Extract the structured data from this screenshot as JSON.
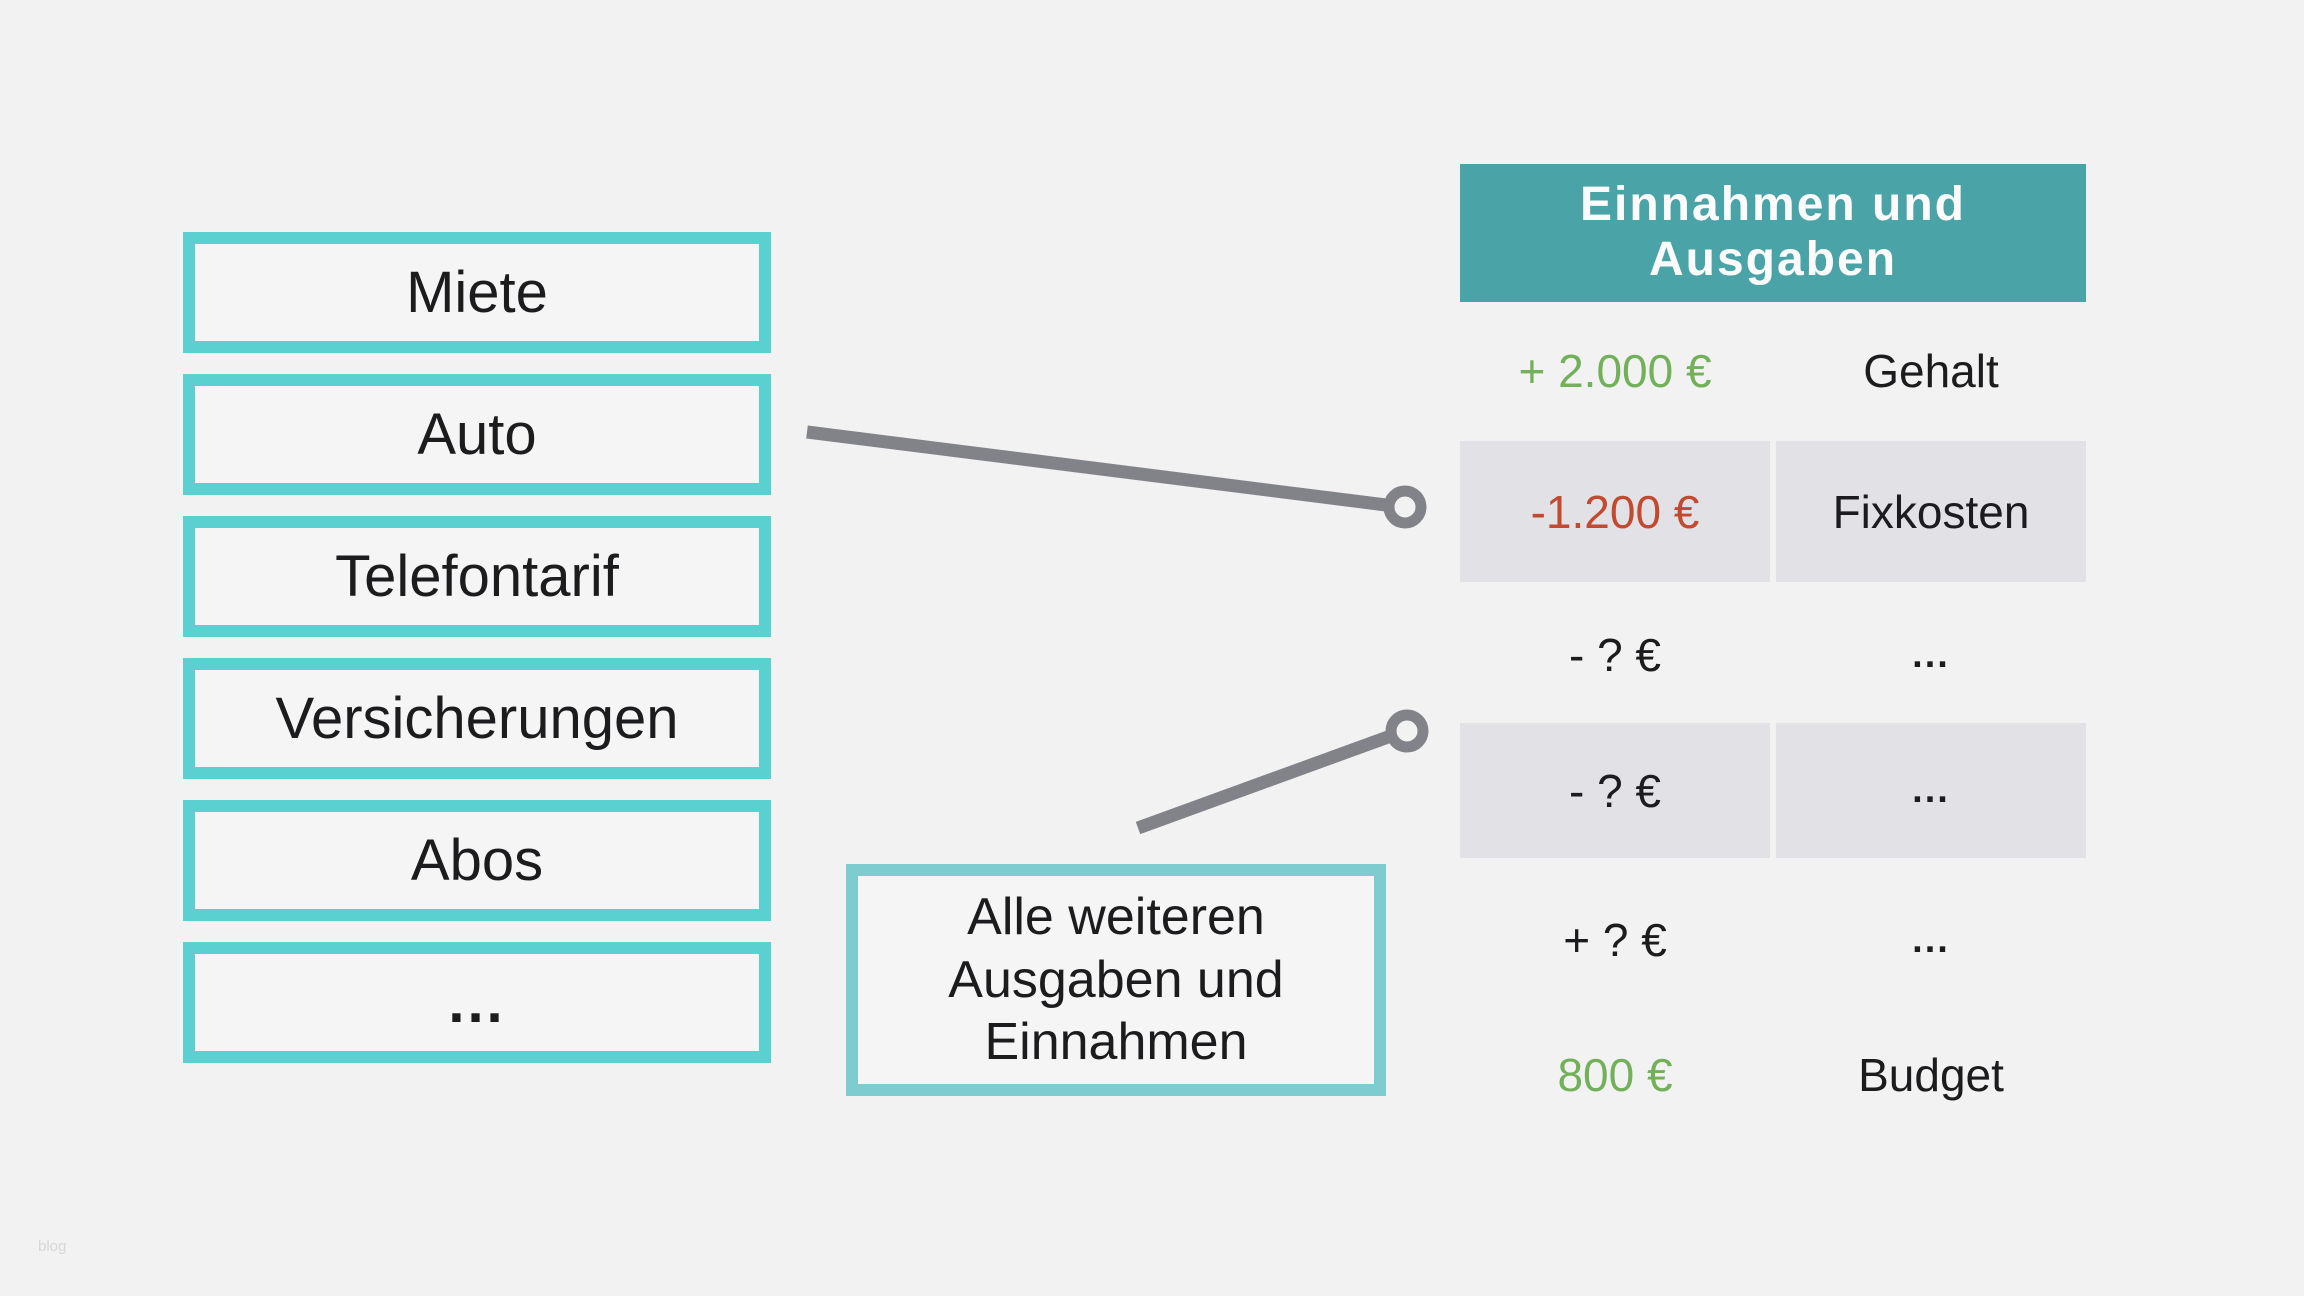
{
  "colors": {
    "bg": "#f2f2f3",
    "box-fill": "#f5f5f6",
    "teal-border": "#5bd0d0",
    "teal-light": "#7fccd0",
    "teal-header": "#4aa3a6",
    "green": "#73b05a",
    "red": "#c14a31",
    "text": "#1c1c1e",
    "shade": "#e2e2e6",
    "connector": "#828389",
    "watermark": "#d7d7d9"
  },
  "left_list": {
    "items": [
      "Miete",
      "Auto",
      "Telefontarif",
      "Versicherungen",
      "Abos",
      "..."
    ]
  },
  "note_box": {
    "lines": [
      "Alle weiteren",
      "Ausgaben und",
      "Einnahmen"
    ]
  },
  "table": {
    "title": "Einnahmen und Ausgaben",
    "title_lines": [
      "Einnahmen und",
      "Ausgaben"
    ],
    "rows": [
      {
        "amount": "+ 2.000 €",
        "label": "Gehalt",
        "amount_color": "green",
        "shaded": false
      },
      {
        "amount": "-1.200 €",
        "label": "Fixkosten",
        "amount_color": "red",
        "shaded": true
      },
      {
        "amount": "- ? €",
        "label": "...",
        "amount_color": "black",
        "shaded": false
      },
      {
        "amount": "- ? €",
        "label": "...",
        "amount_color": "black",
        "shaded": true
      },
      {
        "amount": "+ ? €",
        "label": "...",
        "amount_color": "black",
        "shaded": false
      },
      {
        "amount": "800 €",
        "label": "Budget",
        "amount_color": "green",
        "shaded": false
      }
    ]
  },
  "page": {
    "watermark": "blog"
  }
}
